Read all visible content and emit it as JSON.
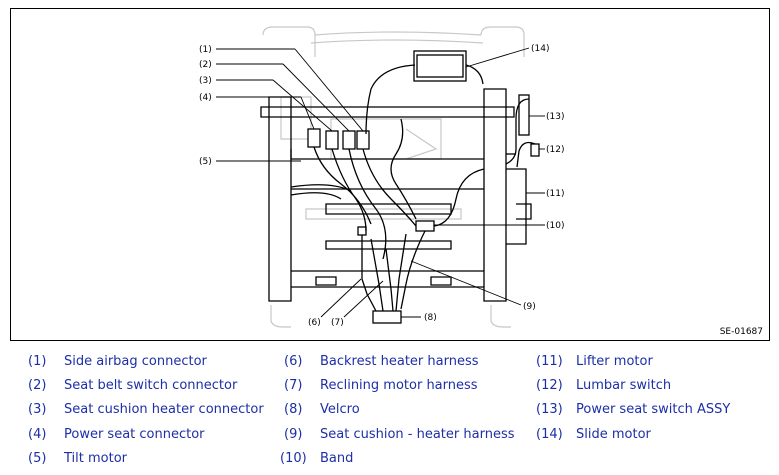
{
  "figure_id": "SE-01687",
  "callouts": [
    "(1)",
    "(2)",
    "(3)",
    "(4)",
    "(5)",
    "(6)",
    "(7)",
    "(8)",
    "(9)",
    "(10)",
    "(11)",
    "(12)",
    "(13)",
    "(14)"
  ],
  "legend": [
    {
      "num": "(1)",
      "text": "Side airbag connector"
    },
    {
      "num": "(2)",
      "text": "Seat belt switch connector"
    },
    {
      "num": "(3)",
      "text": "Seat cushion heater connector"
    },
    {
      "num": "(4)",
      "text": "Power seat connector"
    },
    {
      "num": "(5)",
      "text": "Tilt motor"
    },
    {
      "num": "(6)",
      "text": "Backrest heater harness"
    },
    {
      "num": "(7)",
      "text": "Reclining motor harness"
    },
    {
      "num": "(8)",
      "text": "Velcro"
    },
    {
      "num": "(9)",
      "text": "Seat cushion - heater harness"
    },
    {
      "num": "(10)",
      "text": "Band"
    },
    {
      "num": "(11)",
      "text": "Lifter motor"
    },
    {
      "num": "(12)",
      "text": "Lumbar switch"
    },
    {
      "num": "(13)",
      "text": "Power seat switch ASSY"
    },
    {
      "num": "(14)",
      "text": "Slide motor"
    }
  ],
  "colors": {
    "legend_text": "#1c2fa8",
    "line": "#000000",
    "ghost": "#c8c8c8"
  }
}
